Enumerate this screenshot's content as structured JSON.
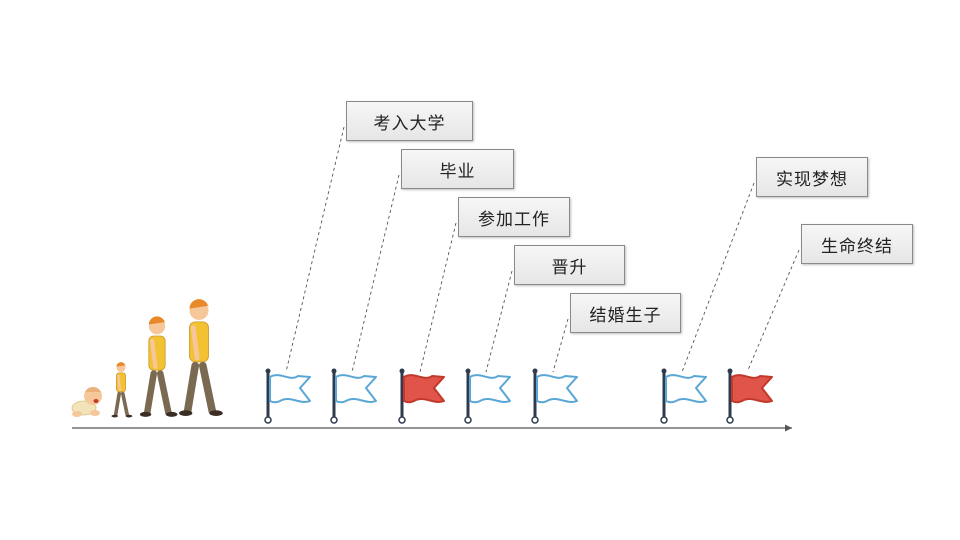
{
  "milestones": [
    {
      "label": "考入大学",
      "flag_color": "#5aa7d6",
      "flag_fill": "#ffffff"
    },
    {
      "label": "毕业",
      "flag_color": "#5aa7d6",
      "flag_fill": "#ffffff"
    },
    {
      "label": "参加工作",
      "flag_color": "#c0392b",
      "flag_fill": "#e0544a"
    },
    {
      "label": "晋升",
      "flag_color": "#5aa7d6",
      "flag_fill": "#ffffff"
    },
    {
      "label": "结婚生子",
      "flag_color": "#5aa7d6",
      "flag_fill": "#ffffff"
    },
    {
      "label": "实现梦想",
      "flag_color": "#5aa7d6",
      "flag_fill": "#ffffff"
    },
    {
      "label": "生命终结",
      "flag_color": "#c0392b",
      "flag_fill": "#e0544a"
    }
  ],
  "figures": [
    {
      "name": "baby-figure"
    },
    {
      "name": "toddler-figure"
    },
    {
      "name": "teen-figure"
    },
    {
      "name": "adult-figure"
    }
  ],
  "colors": {
    "hair": "#e8892a",
    "skin": "#f6c79b",
    "shirt": "#f3c232",
    "pants": "#7a6a52",
    "timeline": "#555555",
    "connector": "#555555"
  }
}
